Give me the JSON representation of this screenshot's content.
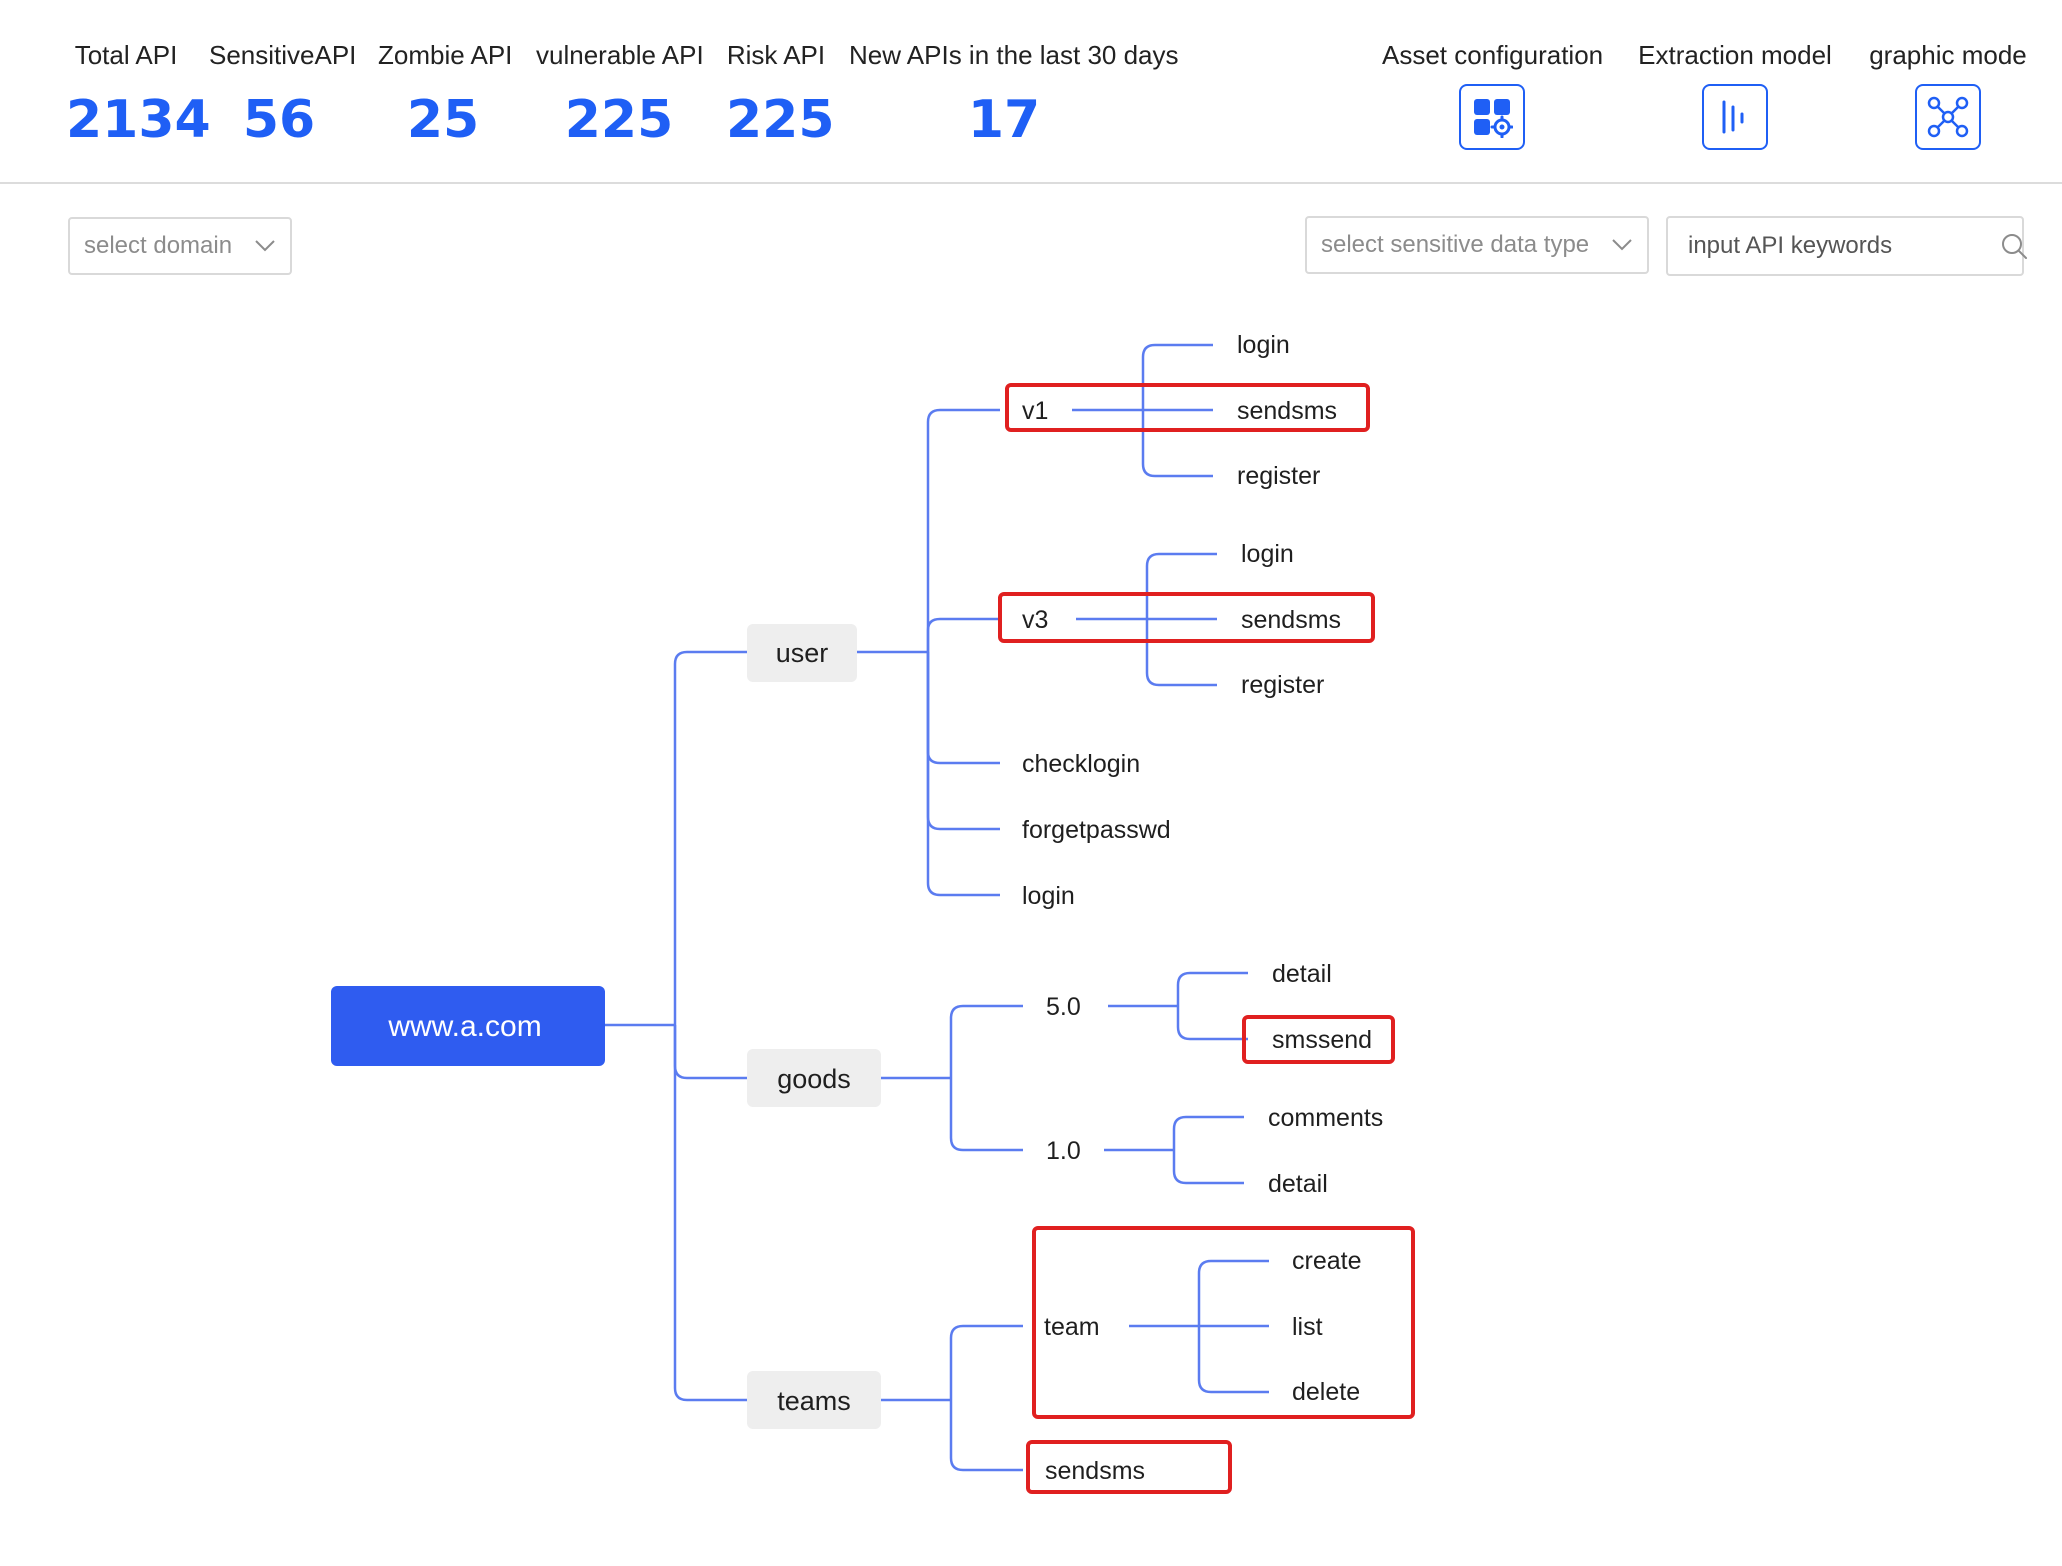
{
  "stats": [
    {
      "label": "Total API",
      "value": "2134"
    },
    {
      "label": "SensitiveAPI",
      "value": "56"
    },
    {
      "label": "Zombie API",
      "value": "25"
    },
    {
      "label": "vulnerable API",
      "value": "225"
    },
    {
      "label": "Risk API",
      "value": "225"
    },
    {
      "label": "New APIs in the last 30 days",
      "value": "17"
    }
  ],
  "tools": [
    {
      "label": "Asset configuration",
      "icon": "grid-gear-icon"
    },
    {
      "label": "Extraction model",
      "icon": "bars-icon"
    },
    {
      "label": "graphic mode",
      "icon": "network-icon"
    }
  ],
  "filters": {
    "domain_placeholder": "select domain",
    "sensitive_placeholder": "select sensitive data type",
    "search_placeholder": "input API keywords"
  },
  "colors": {
    "accent": "#1f5ff5",
    "line": "#5b7cf0",
    "highlight": "#e02020",
    "node_bg": "#eeeeee"
  },
  "tree": {
    "root": "www.a.com",
    "nodes": {
      "user": "user",
      "goods": "goods",
      "teams": "teams",
      "v1": "v1",
      "v1_login": "login",
      "v1_sendsms": "sendsms",
      "v1_register": "register",
      "v3": "v3",
      "v3_login": "login",
      "v3_sendsms": "sendsms",
      "v3_register": "register",
      "checklogin": "checklogin",
      "forgetpasswd": "forgetpasswd",
      "user_login": "login",
      "g5": "5.0",
      "g5_detail": "detail",
      "g5_smssend": "smssend",
      "g1": "1.0",
      "g1_comments": "comments",
      "g1_detail": "detail",
      "team": "team",
      "team_create": "create",
      "team_list": "list",
      "team_delete": "delete",
      "teams_sendsms": "sendsms"
    }
  }
}
